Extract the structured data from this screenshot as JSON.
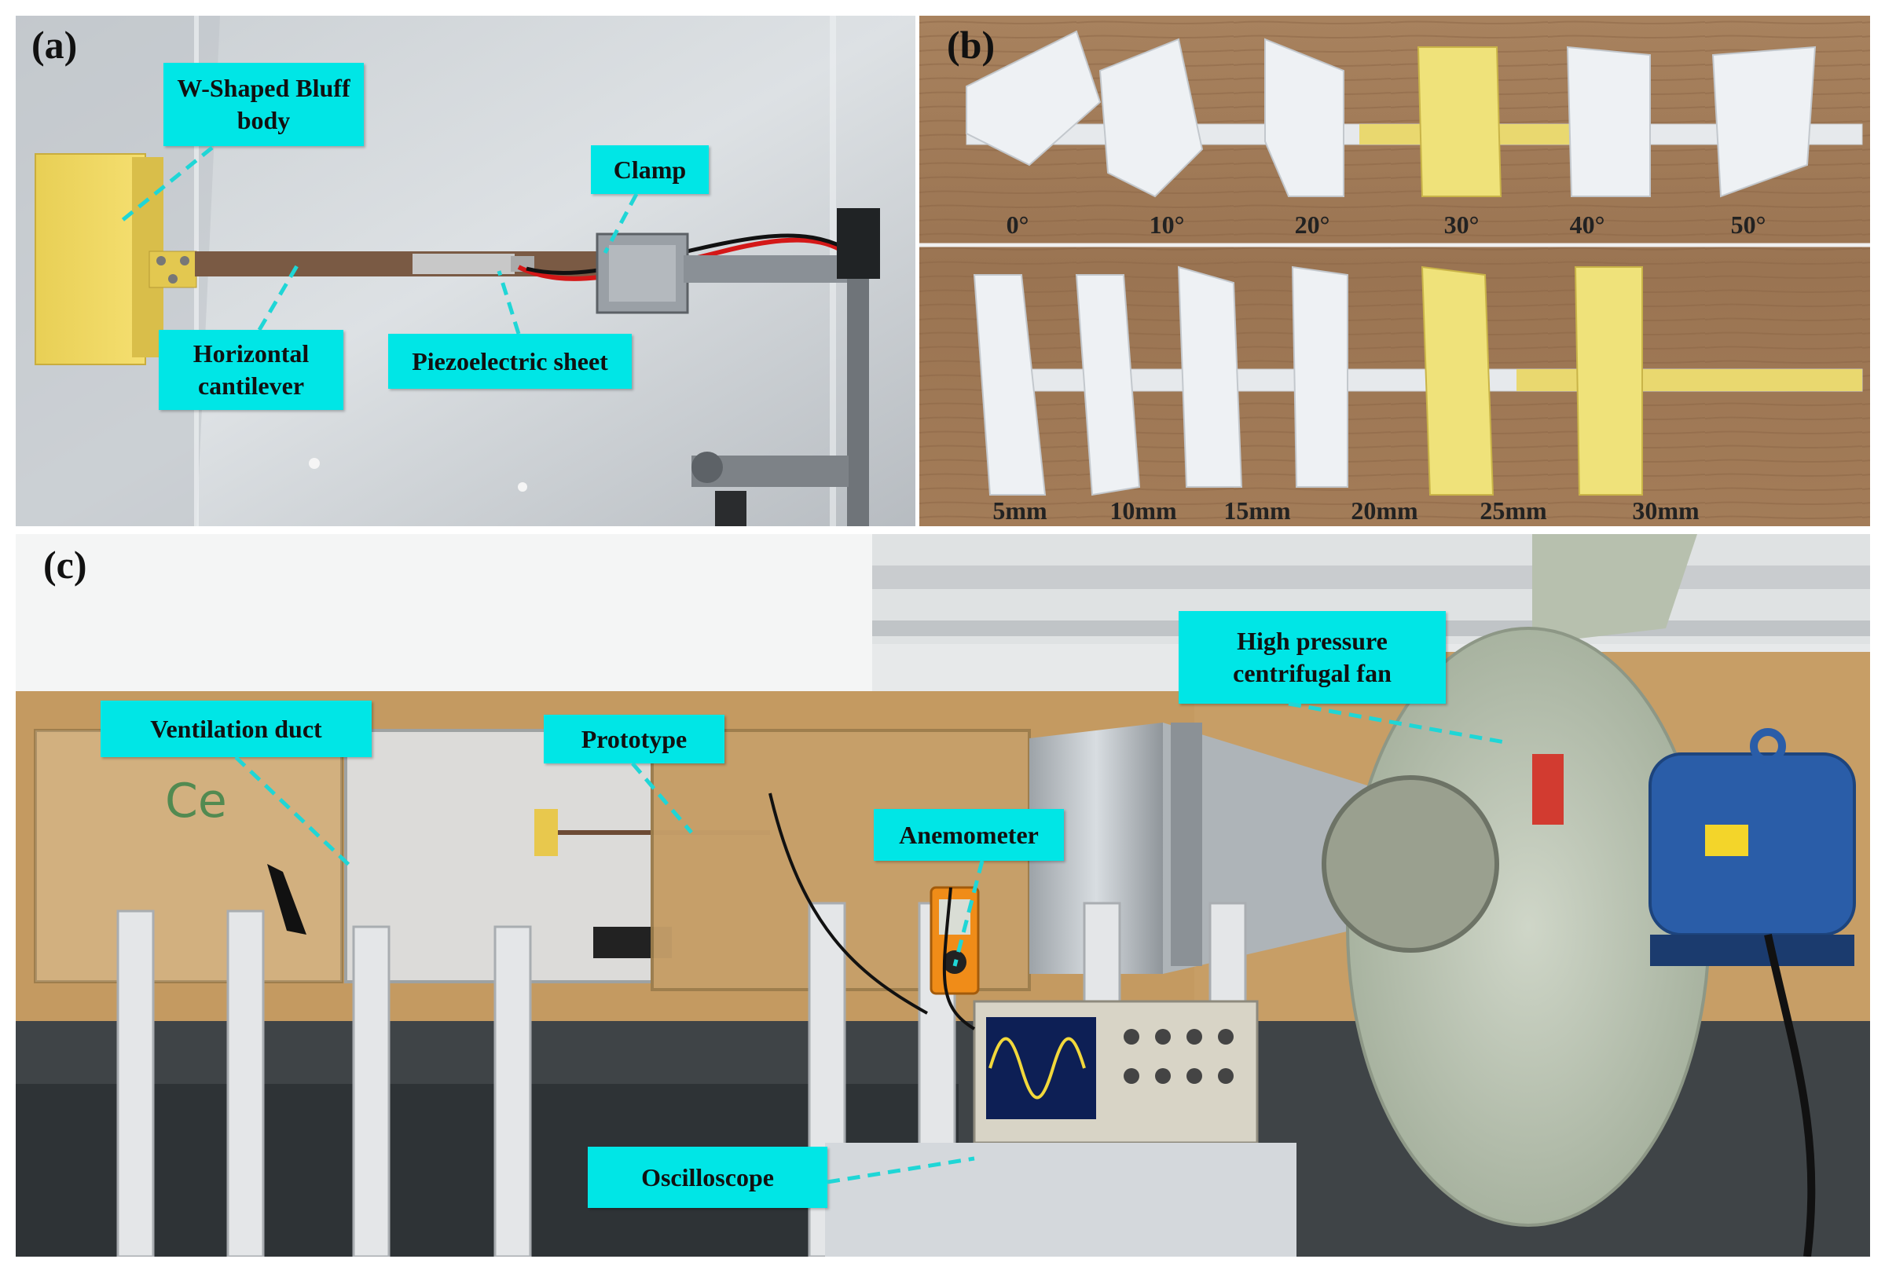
{
  "panels": {
    "a": {
      "label": "(a)",
      "callouts": {
        "bluff_body": "W-Shaped Bluff body",
        "clamp": "Clamp",
        "cantilever": "Horizontal cantilever",
        "piezo": "Piezoelectric sheet"
      }
    },
    "b": {
      "label": "(b)",
      "angles": [
        "0°",
        "10°",
        "20°",
        "30°",
        "40°",
        "50°"
      ],
      "lengths": [
        "5mm",
        "10mm",
        "15mm",
        "20mm",
        "25mm",
        "30mm"
      ]
    },
    "c": {
      "label": "(c)",
      "callouts": {
        "fan": "High pressure centrifugal fan",
        "duct": "Ventilation duct",
        "prototype": "Prototype",
        "anemometer": "Anemometer",
        "oscilloscope": "Oscilloscope"
      }
    }
  },
  "colors": {
    "callout_bg": "#00e6e6",
    "leader_line": "#20d0d0",
    "white_part": "#eef1f4",
    "yellow_part": "#efe27a",
    "fan_body": "#b8c2b0",
    "motor_blue": "#2a5da8",
    "cardboard": "#c69a5e",
    "wood": "#a47d59"
  }
}
